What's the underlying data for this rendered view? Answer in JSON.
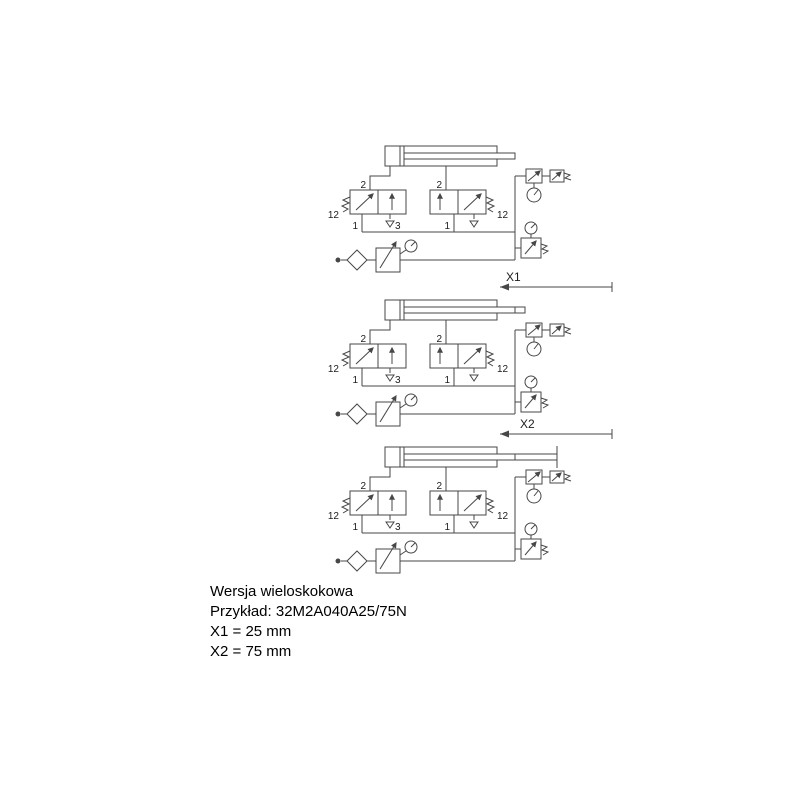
{
  "colors": {
    "background": "#ffffff",
    "line": "#474747",
    "text": "#1c1c1c"
  },
  "caption": {
    "lines": [
      "Wersja wieloskokowa",
      "Przykład: 32M2A040A25/75N",
      "X1 = 25 mm",
      "X2 = 75 mm"
    ]
  },
  "dimensions": {
    "x1": "X1",
    "x2": "X2"
  },
  "circuits": [
    {
      "left_valve": {
        "pilot": "12",
        "outlet": "2",
        "supply": "1",
        "exhaust": "3"
      },
      "right_valve": {
        "outlet": "2",
        "supply": "1",
        "pilot": "12"
      }
    },
    {
      "left_valve": {
        "pilot": "12",
        "outlet": "2",
        "supply": "1",
        "exhaust": "3"
      },
      "right_valve": {
        "outlet": "2",
        "supply": "1",
        "pilot": "12"
      }
    },
    {
      "left_valve": {
        "pilot": "12",
        "outlet": "2",
        "supply": "1",
        "exhaust": "3"
      },
      "right_valve": {
        "outlet": "2",
        "supply": "1",
        "pilot": "12"
      }
    }
  ]
}
